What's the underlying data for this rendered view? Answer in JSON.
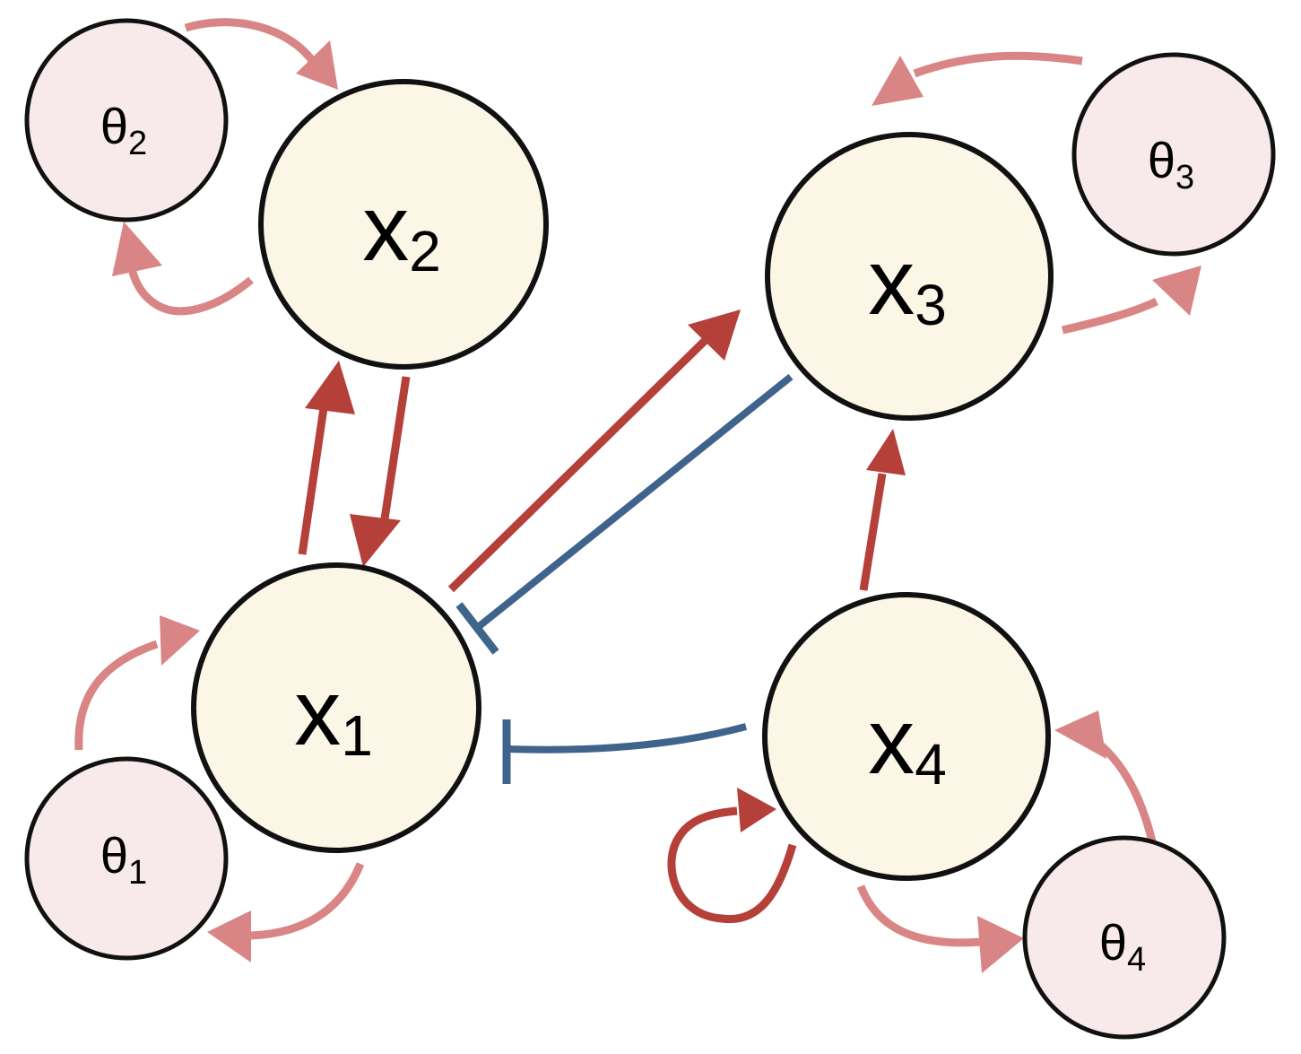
{
  "colors": {
    "activation_strong": "#b5403a",
    "activation_light": "#d98585",
    "inhibition": "#3f648c",
    "state_node_fill": "#fbf6e6",
    "parameter_node_fill": "#f8e9ea",
    "node_stroke": "#111111"
  },
  "nodes": {
    "x1": {
      "main": "x",
      "sub": "1",
      "kind": "state"
    },
    "x2": {
      "main": "x",
      "sub": "2",
      "kind": "state"
    },
    "x3": {
      "main": "x",
      "sub": "3",
      "kind": "state"
    },
    "x4": {
      "main": "x",
      "sub": "4",
      "kind": "state"
    },
    "theta1": {
      "main": "θ",
      "sub": "1",
      "kind": "parameter"
    },
    "theta2": {
      "main": "θ",
      "sub": "2",
      "kind": "parameter"
    },
    "theta3": {
      "main": "θ",
      "sub": "3",
      "kind": "parameter"
    },
    "theta4": {
      "main": "θ",
      "sub": "4",
      "kind": "parameter"
    }
  },
  "edges": [
    {
      "from": "x1",
      "to": "x2",
      "type": "activation",
      "strength": "strong"
    },
    {
      "from": "x2",
      "to": "x1",
      "type": "activation",
      "strength": "strong"
    },
    {
      "from": "x1",
      "to": "x3",
      "type": "activation",
      "strength": "strong"
    },
    {
      "from": "x3",
      "to": "x1",
      "type": "inhibition"
    },
    {
      "from": "x4",
      "to": "x1",
      "type": "inhibition"
    },
    {
      "from": "x4",
      "to": "x3",
      "type": "activation",
      "strength": "strong"
    },
    {
      "from": "x4",
      "to": "x4",
      "type": "activation",
      "strength": "strong"
    },
    {
      "from": "theta1",
      "to": "x1",
      "type": "activation",
      "strength": "light"
    },
    {
      "from": "x1",
      "to": "theta1",
      "type": "activation",
      "strength": "light"
    },
    {
      "from": "theta2",
      "to": "x2",
      "type": "activation",
      "strength": "light"
    },
    {
      "from": "x2",
      "to": "theta2",
      "type": "activation",
      "strength": "light"
    },
    {
      "from": "theta3",
      "to": "x3",
      "type": "activation",
      "strength": "light"
    },
    {
      "from": "x3",
      "to": "theta3",
      "type": "activation",
      "strength": "light"
    },
    {
      "from": "theta4",
      "to": "x4",
      "type": "activation",
      "strength": "light"
    },
    {
      "from": "x4",
      "to": "theta4",
      "type": "activation",
      "strength": "light"
    }
  ]
}
